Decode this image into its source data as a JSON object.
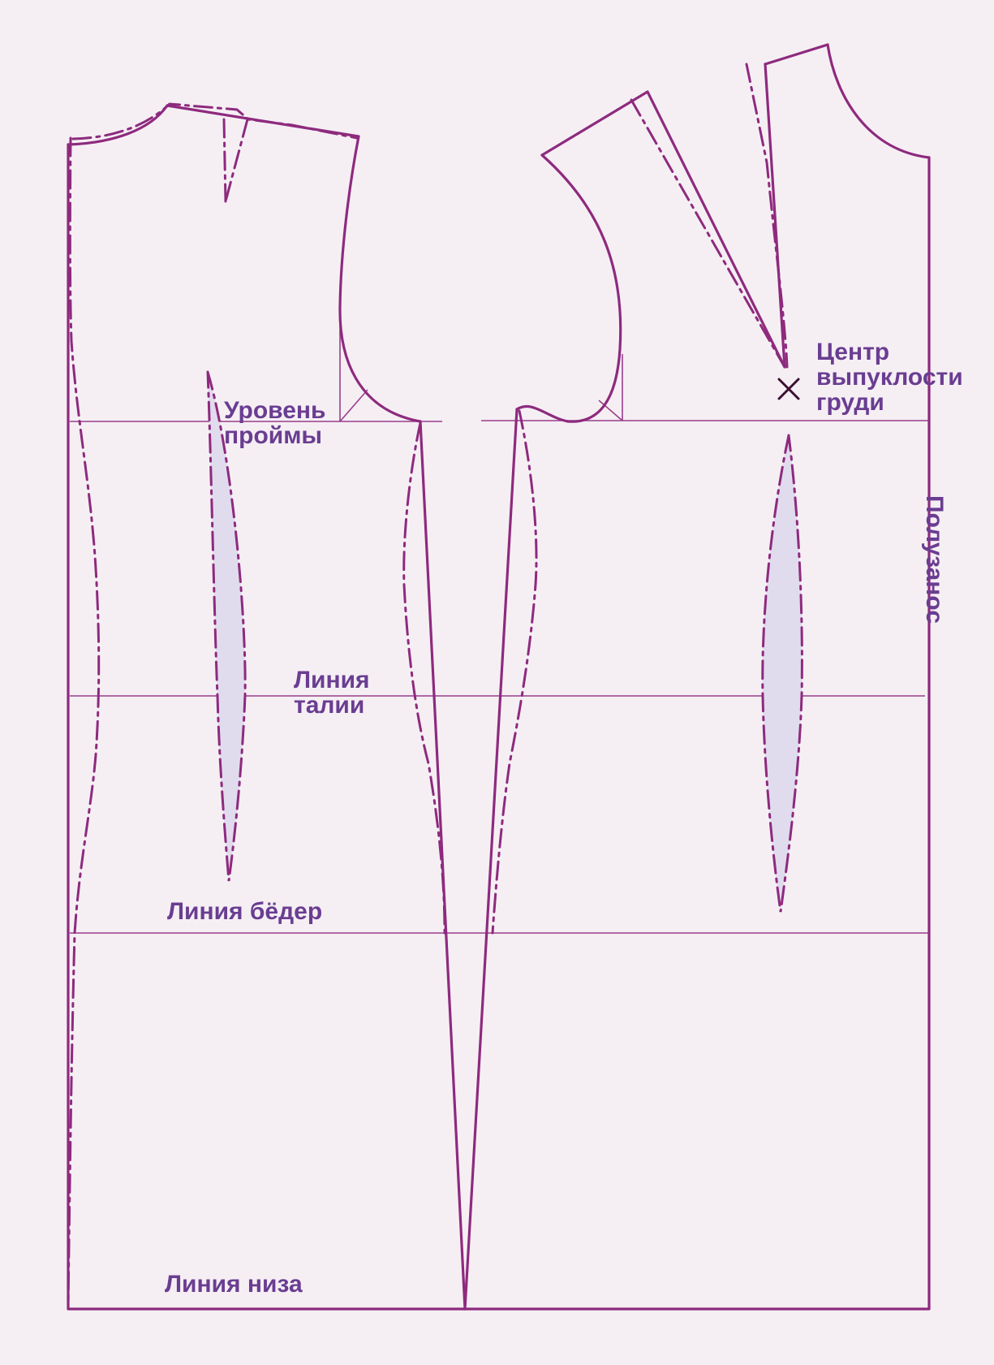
{
  "colors": {
    "background": "#f5eff4",
    "pattern_line": "#8e2a7e",
    "guide_line": "#9a3d8c",
    "dart_fill": "#e0dcee",
    "label_text": "#6a3d91",
    "bust_marker": "#3a1030"
  },
  "labels": {
    "armhole_level": [
      "Уровень",
      "проймы"
    ],
    "waist_line": [
      "Линия",
      "талии"
    ],
    "hip_line": "Линия бёдер",
    "hem_line": "Линия низа",
    "bust_point": [
      "Центр",
      "выпуклости",
      "груди"
    ],
    "half_overlap": "Полузанос"
  },
  "icons": {
    "bust_point_marker": "cross-marker-icon"
  }
}
